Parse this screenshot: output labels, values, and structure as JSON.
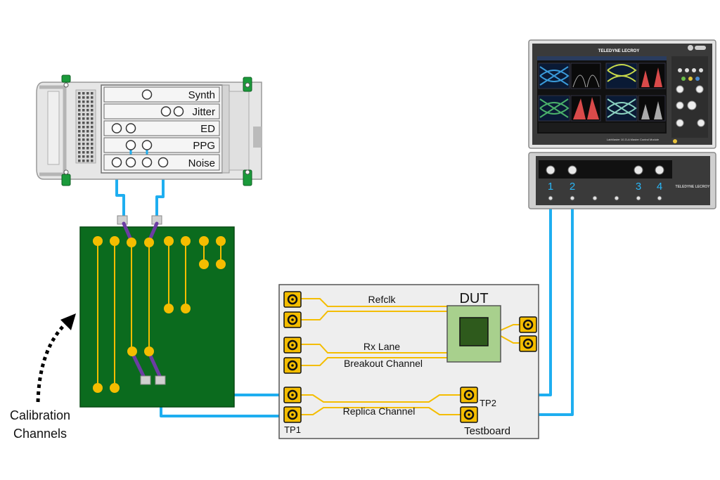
{
  "instrument": {
    "modules": [
      "Synth",
      "Jitter",
      "ED",
      "PPG",
      "Noise"
    ]
  },
  "scope": {
    "brand": "TELEDYNE LECROY",
    "bezel_text": "LabMaster 10 Zi-A Master Control Module",
    "channel_numbers": [
      "1",
      "2",
      "3",
      "4"
    ]
  },
  "testboard": {
    "title": "Testboard",
    "dut_label": "DUT",
    "trace_labels": {
      "refclk": "Refclk",
      "rx_lane": "Rx Lane",
      "breakout": "Breakout Channel",
      "replica": "Replica Channel"
    },
    "tp1": "TP1",
    "tp2": "TP2"
  },
  "annotation": {
    "line1": "Calibration",
    "line2": "Channels"
  },
  "colors": {
    "cable_blue": "#1eaef0",
    "pcb_green": "#0b6b1e",
    "pad_yellow": "#f4bd00",
    "jumper_purple": "#6c3da3",
    "testboard_bg": "#eeeeee",
    "dut_green": "#a8d08d"
  }
}
